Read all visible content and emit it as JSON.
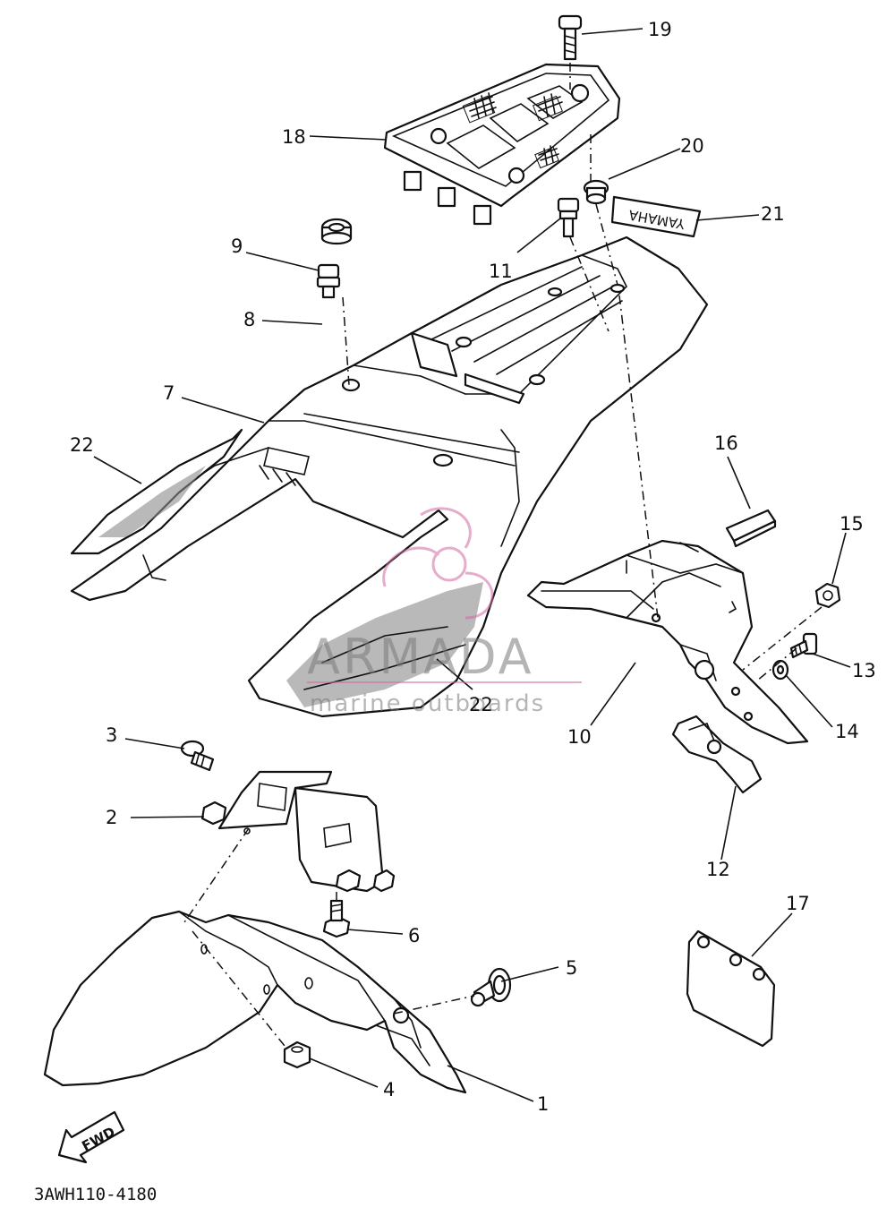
{
  "diagram": {
    "code": "3AWH110-4180",
    "fwd_label": "FWD",
    "decal_text": "YAMAHA",
    "watermark": {
      "brand": "ARMADA",
      "tagline": "marine outboards"
    },
    "callouts": [
      {
        "id": "1",
        "label": "1"
      },
      {
        "id": "2",
        "label": "2"
      },
      {
        "id": "3",
        "label": "3"
      },
      {
        "id": "4",
        "label": "4"
      },
      {
        "id": "5",
        "label": "5"
      },
      {
        "id": "6",
        "label": "6"
      },
      {
        "id": "7",
        "label": "7"
      },
      {
        "id": "8",
        "label": "8"
      },
      {
        "id": "9",
        "label": "9"
      },
      {
        "id": "10",
        "label": "10"
      },
      {
        "id": "11",
        "label": "11"
      },
      {
        "id": "12",
        "label": "12"
      },
      {
        "id": "13",
        "label": "13"
      },
      {
        "id": "14",
        "label": "14"
      },
      {
        "id": "15",
        "label": "15"
      },
      {
        "id": "16",
        "label": "16"
      },
      {
        "id": "17",
        "label": "17"
      },
      {
        "id": "18",
        "label": "18"
      },
      {
        "id": "19",
        "label": "19"
      },
      {
        "id": "20",
        "label": "20"
      },
      {
        "id": "21",
        "label": "21"
      },
      {
        "id": "22a",
        "label": "22"
      },
      {
        "id": "22b",
        "label": "22"
      }
    ]
  }
}
